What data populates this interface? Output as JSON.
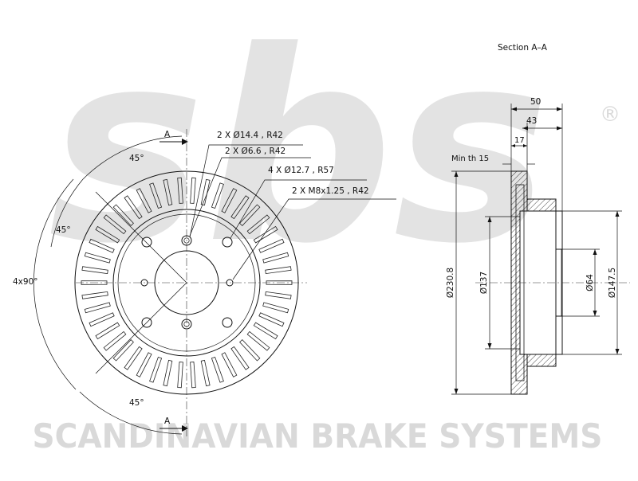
{
  "watermark": {
    "logo_text": "sbs",
    "registered_mark": "®",
    "brand": "SCANDINAVIAN BRAKE SYSTEMS",
    "colors": {
      "logo": "#e3e3e3",
      "brand": "#d9d9d9"
    }
  },
  "front_view": {
    "section_marker": "A",
    "angles": {
      "top": "45°",
      "left": "45°",
      "bottom": "45°",
      "span": "4x90°"
    },
    "callouts": [
      {
        "text": "2 X Ø14.4 , R42"
      },
      {
        "text": "2 X Ø6.6 , R42"
      },
      {
        "text": "4 X Ø12.7 , R57"
      },
      {
        "text": "2 X M8x1.25 , R42"
      }
    ],
    "vent_slot_count": 46
  },
  "section_view": {
    "title": "Section A–A",
    "dimensions": {
      "overall_height": "50",
      "hat_depth": "43",
      "disc_thickness": "17",
      "min_thickness": "Min th 15",
      "outer_diameter": "Ø230.8",
      "braking_inner_diameter": "Ø137",
      "center_bore": "Ø64",
      "hat_diameter": "Ø147.5"
    }
  }
}
